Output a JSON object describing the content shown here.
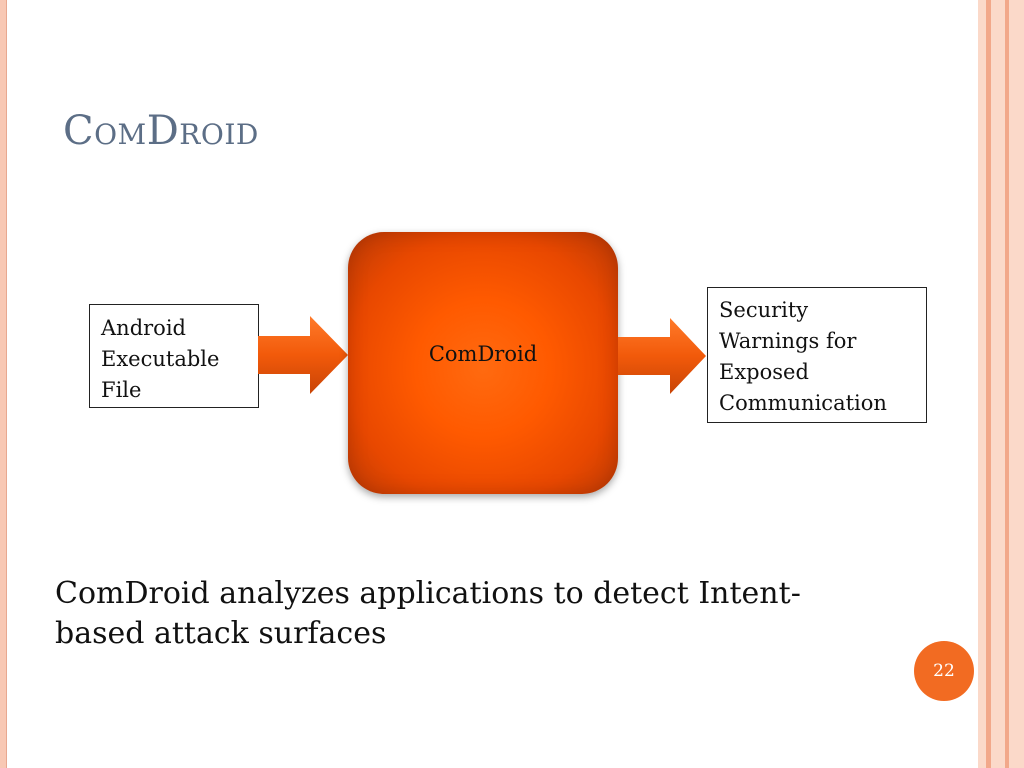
{
  "slide": {
    "title": "ComDroid",
    "page_number": "22"
  },
  "diagram": {
    "input": {
      "lines": [
        "Android",
        "Executable",
        "File"
      ]
    },
    "process": {
      "label": "ComDroid"
    },
    "output": {
      "lines": [
        "Security",
        "Warnings for",
        "Exposed",
        "Communication"
      ]
    },
    "colors": {
      "process_fill": "#ff5a00",
      "arrow_fill": "#f25a0a",
      "title_color": "#5c6e86",
      "page_badge": "#f26b22"
    }
  },
  "caption": {
    "lines": [
      "ComDroid analyzes applications to detect Intent-",
      "based attack surfaces"
    ]
  }
}
